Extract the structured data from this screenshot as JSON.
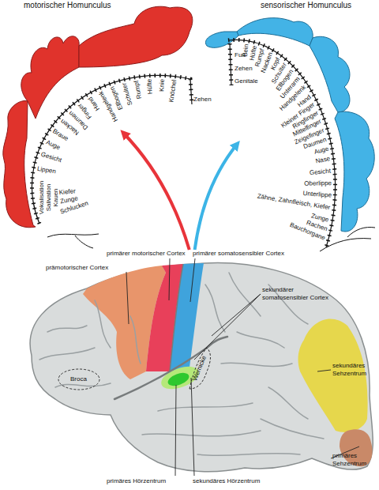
{
  "diagram": {
    "nodes": [
      {
        "text": [
          "motorischer Homunculus"
        ]
      },
      {
        "text": [
          "sensorischer Homunculus"
        ]
      },
      {
        "text": [
          "primärer motorischer Cortex"
        ]
      },
      {
        "text": [
          "primärer somatosensibler Cortex"
        ]
      }
    ],
    "edges": [
      {
        "from": 2,
        "to": 0,
        "arrow": "to"
      },
      {
        "from": 3,
        "to": 1,
        "arrow": "to"
      }
    ],
    "labels": [
      "Zehen",
      "Knöchel",
      "Knie",
      "Hüfte",
      "Rumpf",
      "Schulter",
      "Ellbogen",
      "Handgelenk",
      "Hand",
      "Finger",
      "Daumen",
      "Nacken",
      "Braue",
      "Auge",
      "Gesicht",
      "Lippen",
      "Kiefer",
      "Zunge",
      "Schlucken",
      "Kauen",
      "Salivation",
      "Vokalisation",
      "Fuß",
      "Zehen",
      "Genitale",
      "Bein",
      "Hüfte",
      "Rumpf",
      "Nacken",
      "Kopf",
      "Schulter",
      "Ellbogen",
      "Unterarm",
      "Handgelenk",
      "Hand",
      "Kleiner Finger",
      "Ringfinger",
      "Mittelfinger",
      "Zeigefinger",
      "Daumen",
      "Auge",
      "Nase",
      "Gesicht",
      "Oberlippe",
      "Unterlippe",
      "Zähne, Zahnfleisch, Kiefer",
      "Zunge",
      "Rachen",
      "Bauchorgane",
      "prämotorischer Cortex",
      "sekundärer somatosensibler Cortex",
      "sekundäres Sehzentrum",
      "primäres Sehzentrum",
      "primäres Hörzentrum",
      "sekundäres Hörzentrum",
      "Broca",
      "Wernicke"
    ]
  }
}
